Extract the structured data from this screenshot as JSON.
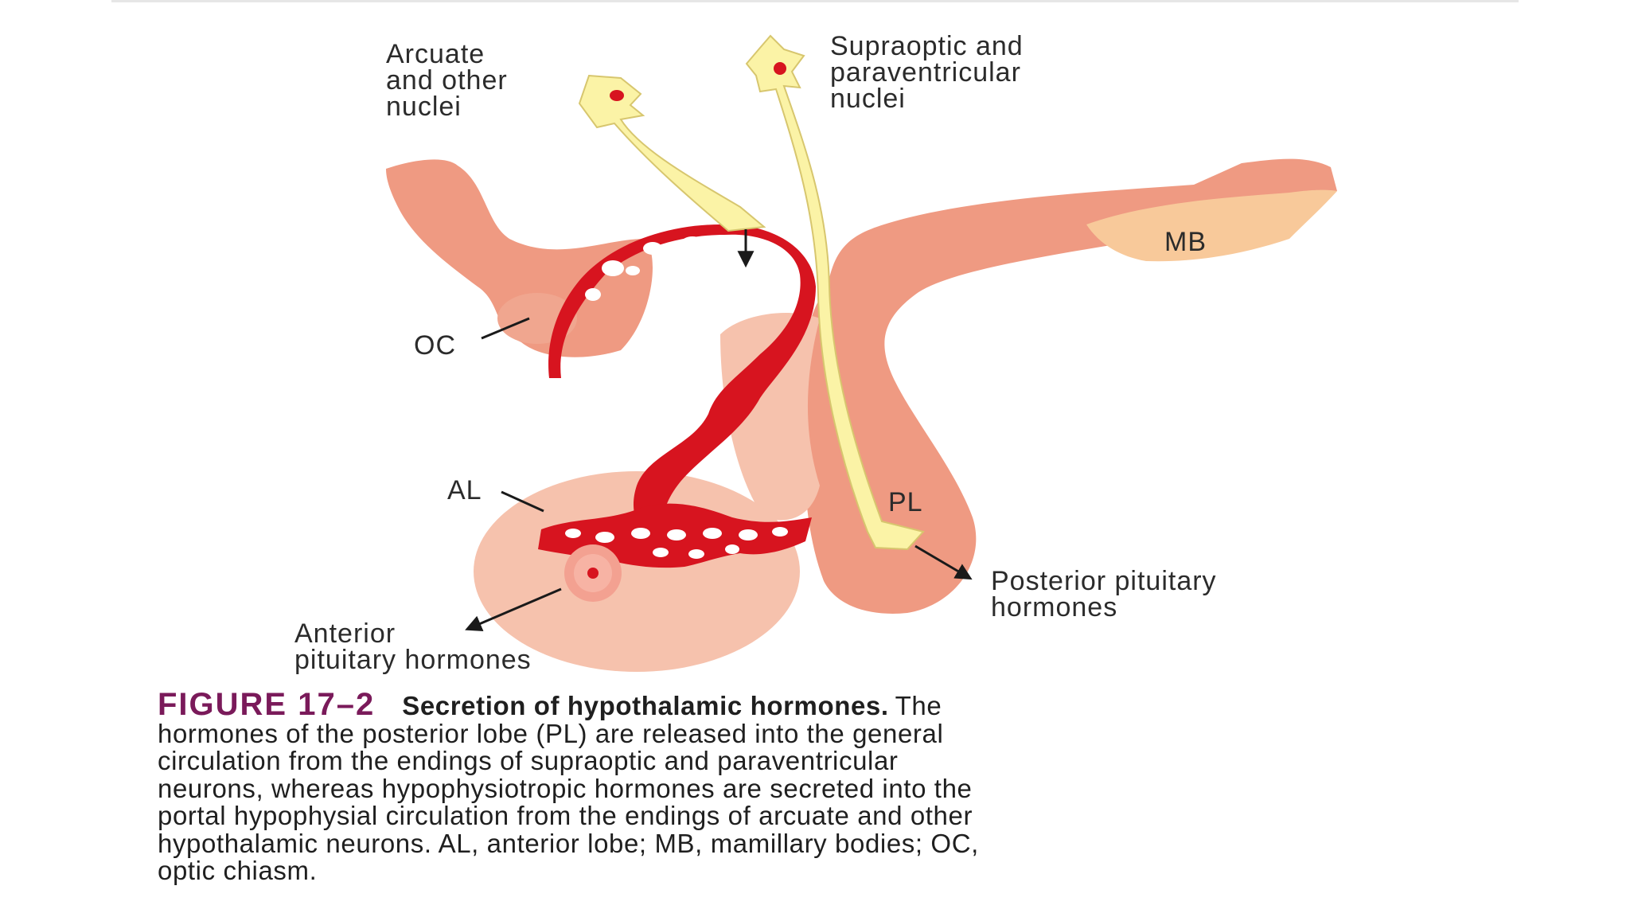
{
  "diagram": {
    "labels": {
      "arcuate": [
        "Arcuate",
        "and other",
        "nuclei"
      ],
      "supraoptic": [
        "Supraoptic and",
        "paraventricular",
        "nuclei"
      ],
      "mb": "MB",
      "oc": "OC",
      "al": "AL",
      "pl": "PL",
      "posterior_hormones": [
        "Posterior pituitary",
        "hormones"
      ],
      "anterior_hormones": [
        "Anterior",
        "pituitary hormones"
      ]
    },
    "colors": {
      "salmon": "#ef9a82",
      "salmon_light": "#f6c2ad",
      "salmon_dark": "#d8735a",
      "neuron_yellow": "#fbf3a6",
      "neuron_outline": "#d7c66e",
      "mb_fill": "#f8c99a",
      "portal_red": "#d7141f",
      "caption_accent": "#7a1a5a"
    }
  },
  "caption": {
    "figure_number": "FIGURE 17–2",
    "title": "Secretion of hypothalamic hormones.",
    "first_line_rest": "The",
    "lines": [
      "hormones of the posterior lobe (PL) are released into the general",
      "circulation from the endings of supraoptic and paraventricular",
      "neurons, whereas hypophysiotropic hormones are secreted into the",
      "portal hypophysial circulation from the endings of arcuate and other",
      "hypothalamic neurons. AL, anterior lobe; MB, mamillary bodies; OC,",
      "optic chiasm."
    ]
  }
}
